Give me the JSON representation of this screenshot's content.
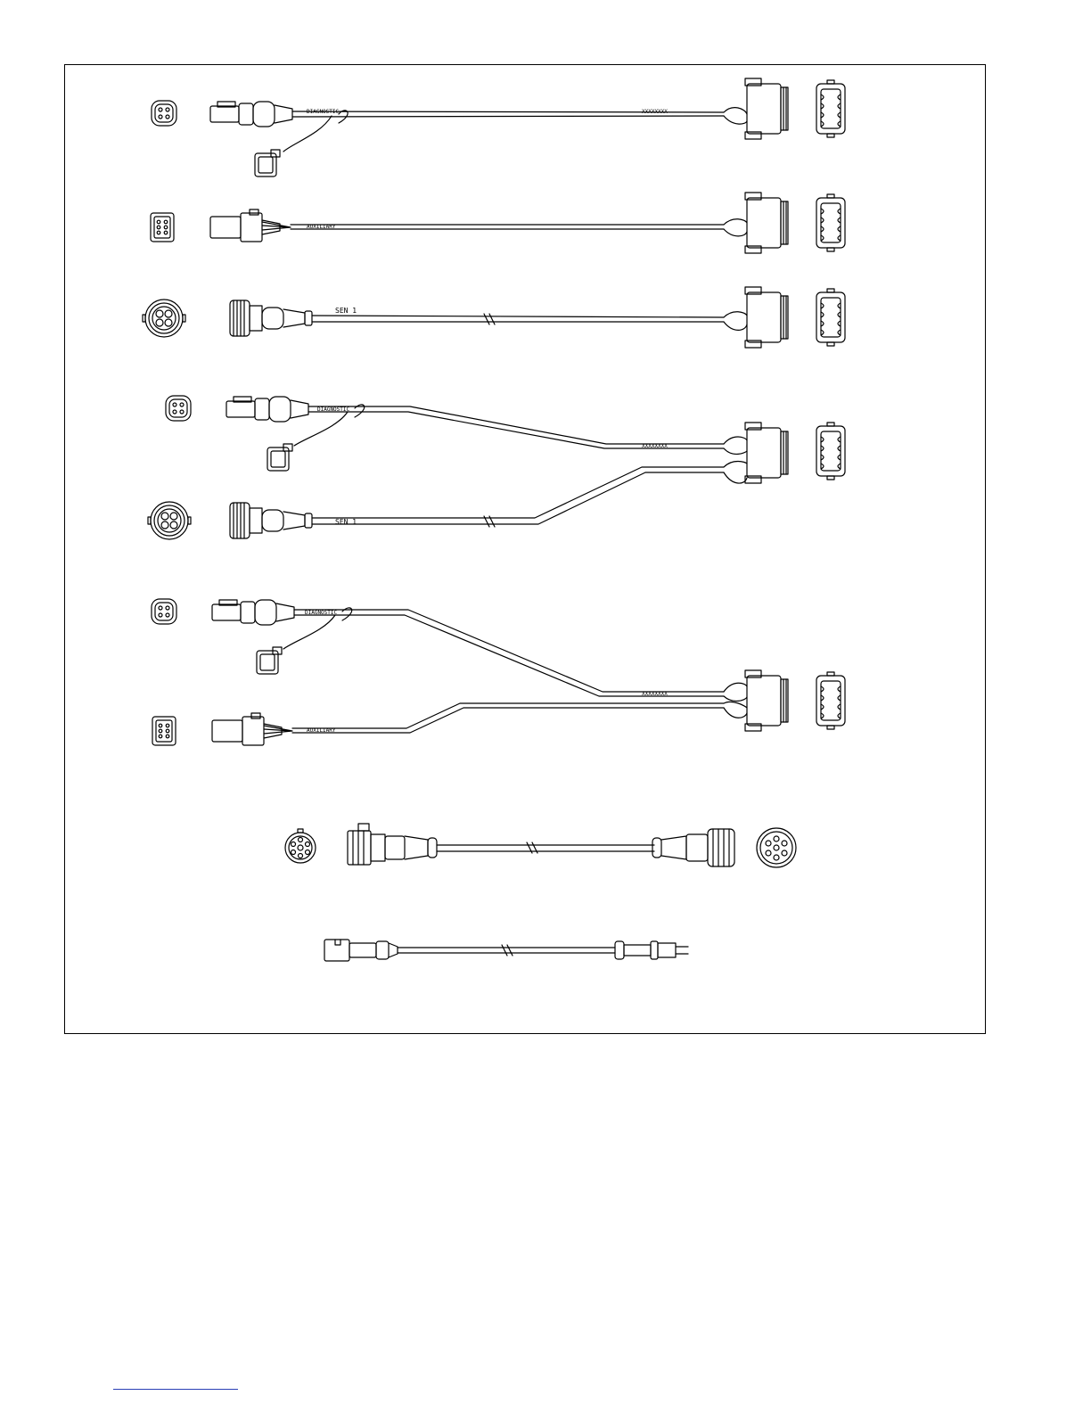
{
  "figure": {
    "labels": {
      "diagnostic": "DIAGNOSTIC",
      "auxiliary": "AUXILIARY",
      "sensor": "SEN 1",
      "part_number": "XXXXXXXX"
    }
  },
  "colors": {
    "line": "#000000",
    "background": "#ffffff",
    "footer_rule": "#2a3fb5"
  },
  "icons": [
    "four-pin-deutsch-connector-icon",
    "six-pin-auxiliary-connector-icon",
    "round-four-pin-sensor-connector-icon",
    "twelve-pin-ecu-connector-icon",
    "round-seven-pin-connector-icon",
    "two-pin-pigtail-connector-icon",
    "dust-cap-icon"
  ]
}
